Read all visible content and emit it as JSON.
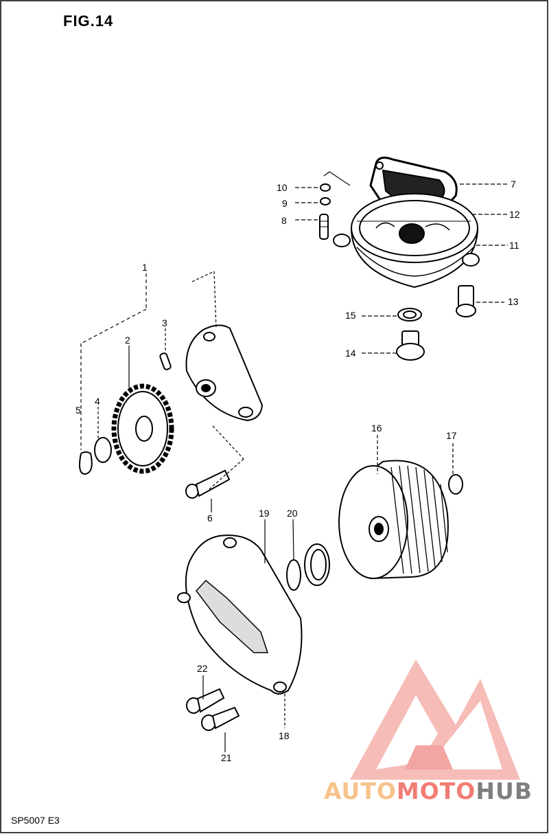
{
  "figure": {
    "title": "FIG.14",
    "code": "SP5007 E3"
  },
  "callouts": [
    "1",
    "2",
    "3",
    "4",
    "5",
    "6",
    "7",
    "8",
    "9",
    "10",
    "11",
    "12",
    "13",
    "14",
    "15",
    "16",
    "17",
    "18",
    "19",
    "20",
    "21",
    "22"
  ],
  "watermark": {
    "part1": "AUTO",
    "part2": "MOTO",
    "part3": "HUB",
    "colors": {
      "auto": "#f6c38c",
      "moto": "#f27d74",
      "hub": "#7f7f7f",
      "logo": "#f08884"
    }
  }
}
